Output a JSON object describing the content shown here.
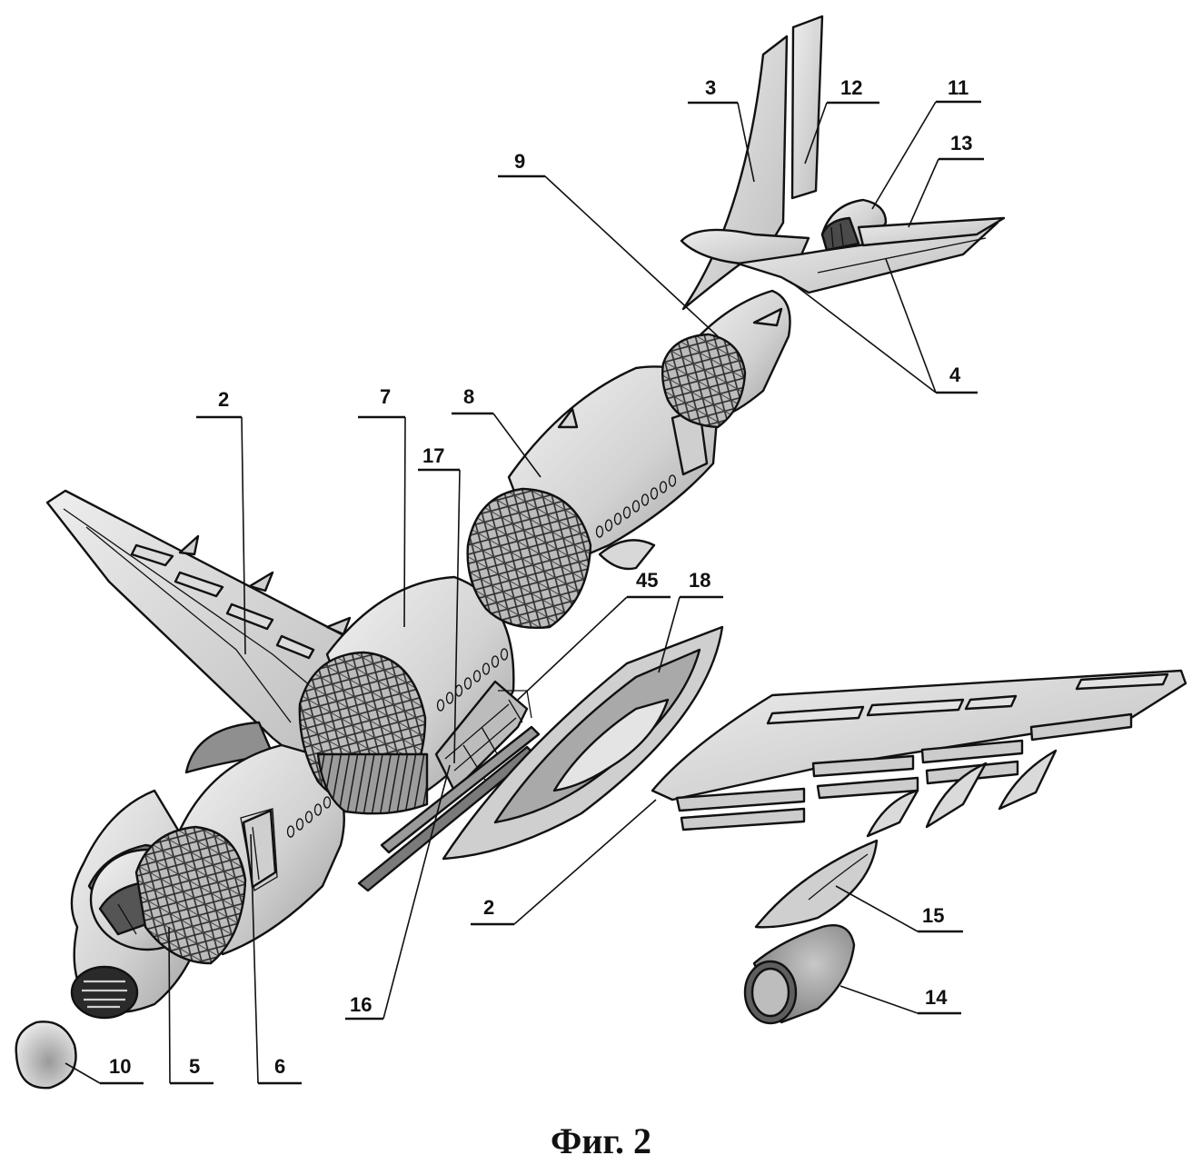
{
  "figure": {
    "caption": "Фиг. 2",
    "labels": {
      "l2_left": "2",
      "l2_right": "2",
      "l3": "3",
      "l4": "4",
      "l5": "5",
      "l6": "6",
      "l7": "7",
      "l8": "8",
      "l9": "9",
      "l10": "10",
      "l11": "11",
      "l12": "12",
      "l13": "13",
      "l14": "14",
      "l15": "15",
      "l16": "16",
      "l17": "17",
      "l18": "18",
      "l45": "45"
    }
  },
  "colors": {
    "panel": "#d4d4d4",
    "panel_light": "#e6e6e6",
    "panel_dark": "#a8a8a8",
    "lattice": "#333333",
    "ink": "#111111"
  }
}
